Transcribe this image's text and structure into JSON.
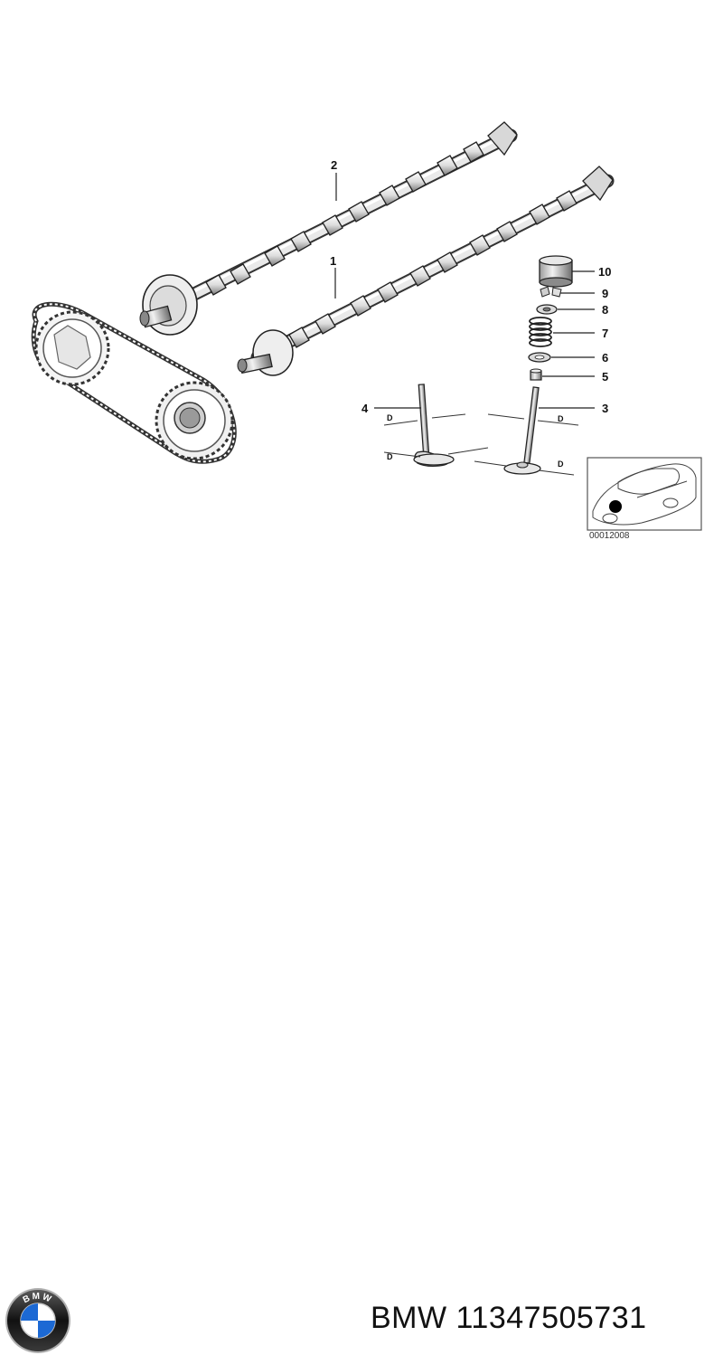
{
  "diagram": {
    "callouts": {
      "c1": "1",
      "c2": "2",
      "c3": "3",
      "c4": "4",
      "c5": "5",
      "c6": "6",
      "c7": "7",
      "c8": "8",
      "c9": "9",
      "c10": "10"
    },
    "dimension_label": "D",
    "reference_number": "00012008"
  },
  "footer": {
    "brand": "BMW",
    "part_number": "11347505731",
    "logo_icon": "bmw-roundel-icon",
    "logo_text": "BMW"
  }
}
